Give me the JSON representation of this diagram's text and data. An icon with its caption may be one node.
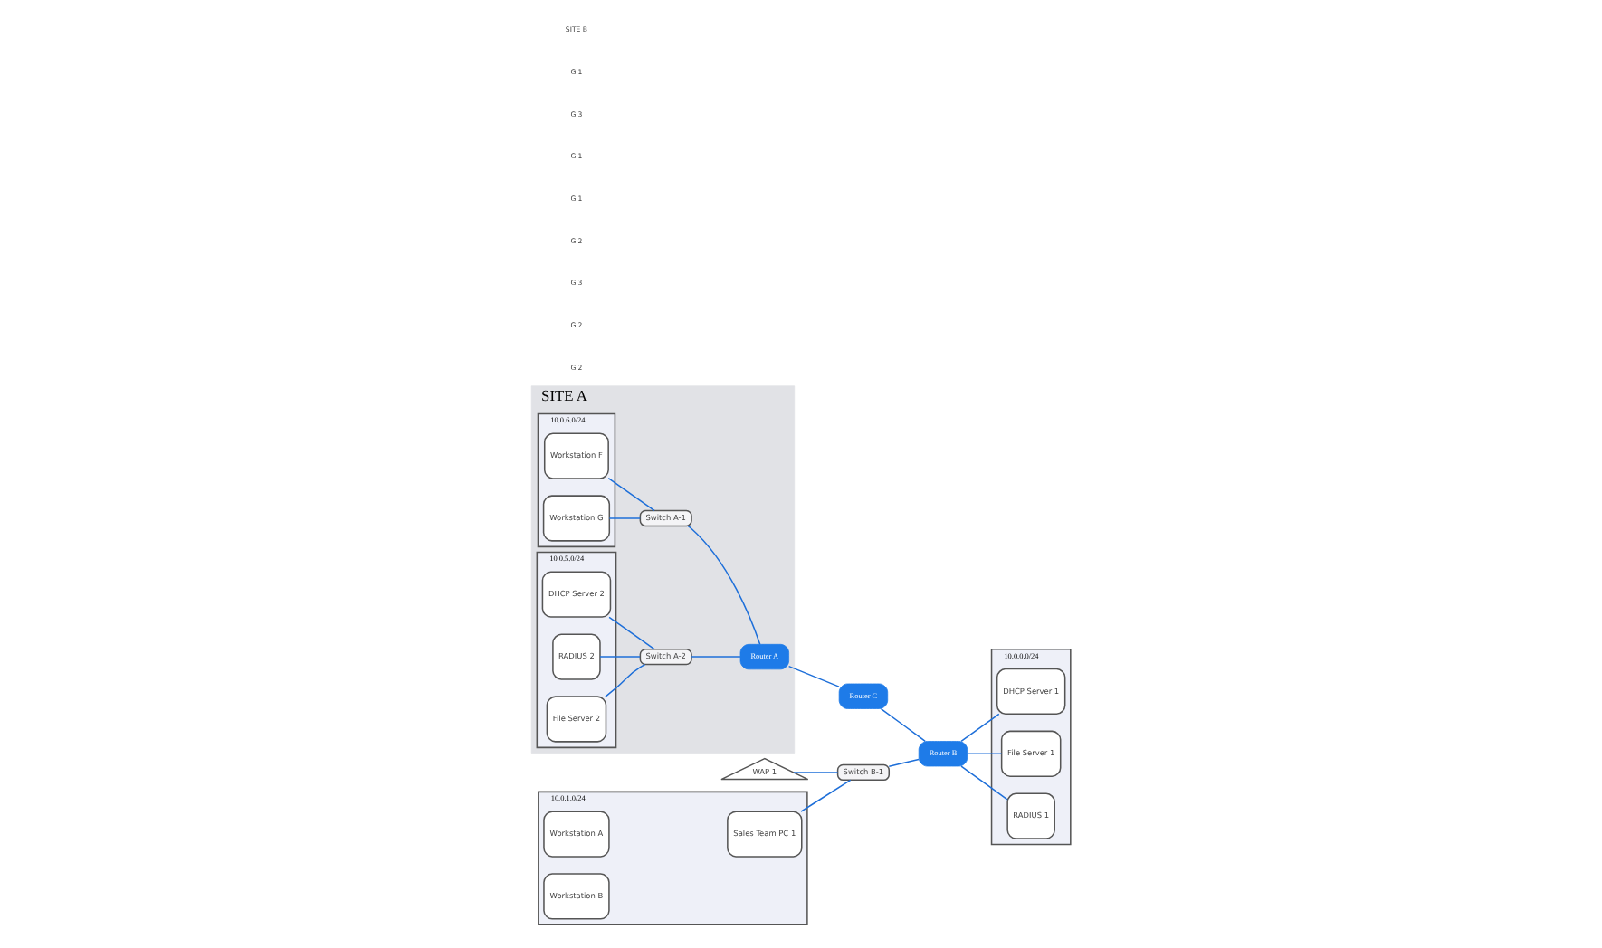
{
  "diagram": {
    "nodes": [
      {
        "text": [
          "SITE A"
        ]
      },
      {
        "text": [
          "10.0.6.0/24"
        ],
        "in": 0
      },
      {
        "text": [
          "Workstation F"
        ],
        "in": 1
      },
      {
        "text": [
          "Workstation G"
        ],
        "in": 1
      },
      {
        "text": [
          "10.0.5.0/24"
        ],
        "in": 0
      },
      {
        "text": [
          "DHCP Server 2"
        ],
        "in": 4
      },
      {
        "text": [
          "RADIUS 2"
        ],
        "in": 4
      },
      {
        "text": [
          "File Server 2"
        ],
        "in": 4
      },
      {
        "text": [
          "Switch A-1"
        ],
        "in": 0
      },
      {
        "text": [
          "Switch A-2"
        ],
        "in": 0
      },
      {
        "text": [
          "Router A"
        ],
        "in": 0
      },
      {
        "text": [
          "WAP 1"
        ]
      },
      {
        "text": [
          "Switch B-1"
        ]
      },
      {
        "text": [
          "Router C"
        ]
      },
      {
        "text": [
          "Router B"
        ]
      },
      {
        "text": [
          "10.0.1.0/24"
        ]
      },
      {
        "text": [
          "Sales Team PC 1"
        ],
        "in": 15
      },
      {
        "text": [
          "Workstation A"
        ],
        "in": 15
      },
      {
        "text": [
          "Workstation B"
        ],
        "in": 15
      },
      {
        "text": [
          "10.0.0.0/24"
        ]
      },
      {
        "text": [
          "DHCP Server 1"
        ],
        "in": 19
      },
      {
        "text": [
          "File Server 1"
        ],
        "in": 19
      },
      {
        "text": [
          "RADIUS 1"
        ],
        "in": 19
      }
    ],
    "edges": [
      {
        "from": 2,
        "to": 8,
        "arrow": "none"
      },
      {
        "from": 3,
        "to": 8,
        "arrow": "none"
      },
      {
        "from": 5,
        "to": 9,
        "arrow": "none"
      },
      {
        "from": 6,
        "to": 9,
        "arrow": "none"
      },
      {
        "from": 7,
        "to": 9,
        "arrow": "none"
      },
      {
        "from": 8,
        "to": 10,
        "arrow": "none"
      },
      {
        "from": 9,
        "to": 10,
        "arrow": "none"
      },
      {
        "from": 10,
        "to": 13,
        "arrow": "none"
      },
      {
        "from": 13,
        "to": 14,
        "arrow": "none"
      },
      {
        "from": 11,
        "to": 12,
        "arrow": "none"
      },
      {
        "from": 16,
        "to": 12,
        "arrow": "none"
      },
      {
        "from": 12,
        "to": 14,
        "arrow": "none"
      },
      {
        "from": 14,
        "to": 20,
        "arrow": "none"
      },
      {
        "from": 14,
        "to": 21,
        "arrow": "none"
      },
      {
        "from": 14,
        "to": 22,
        "arrow": "none"
      }
    ],
    "labels": [
      "Gi2",
      "Gi2",
      "Gi3",
      "Gi2",
      "Gi1",
      "Gi1",
      "Gi3",
      "Gi1",
      "SITE B"
    ]
  }
}
